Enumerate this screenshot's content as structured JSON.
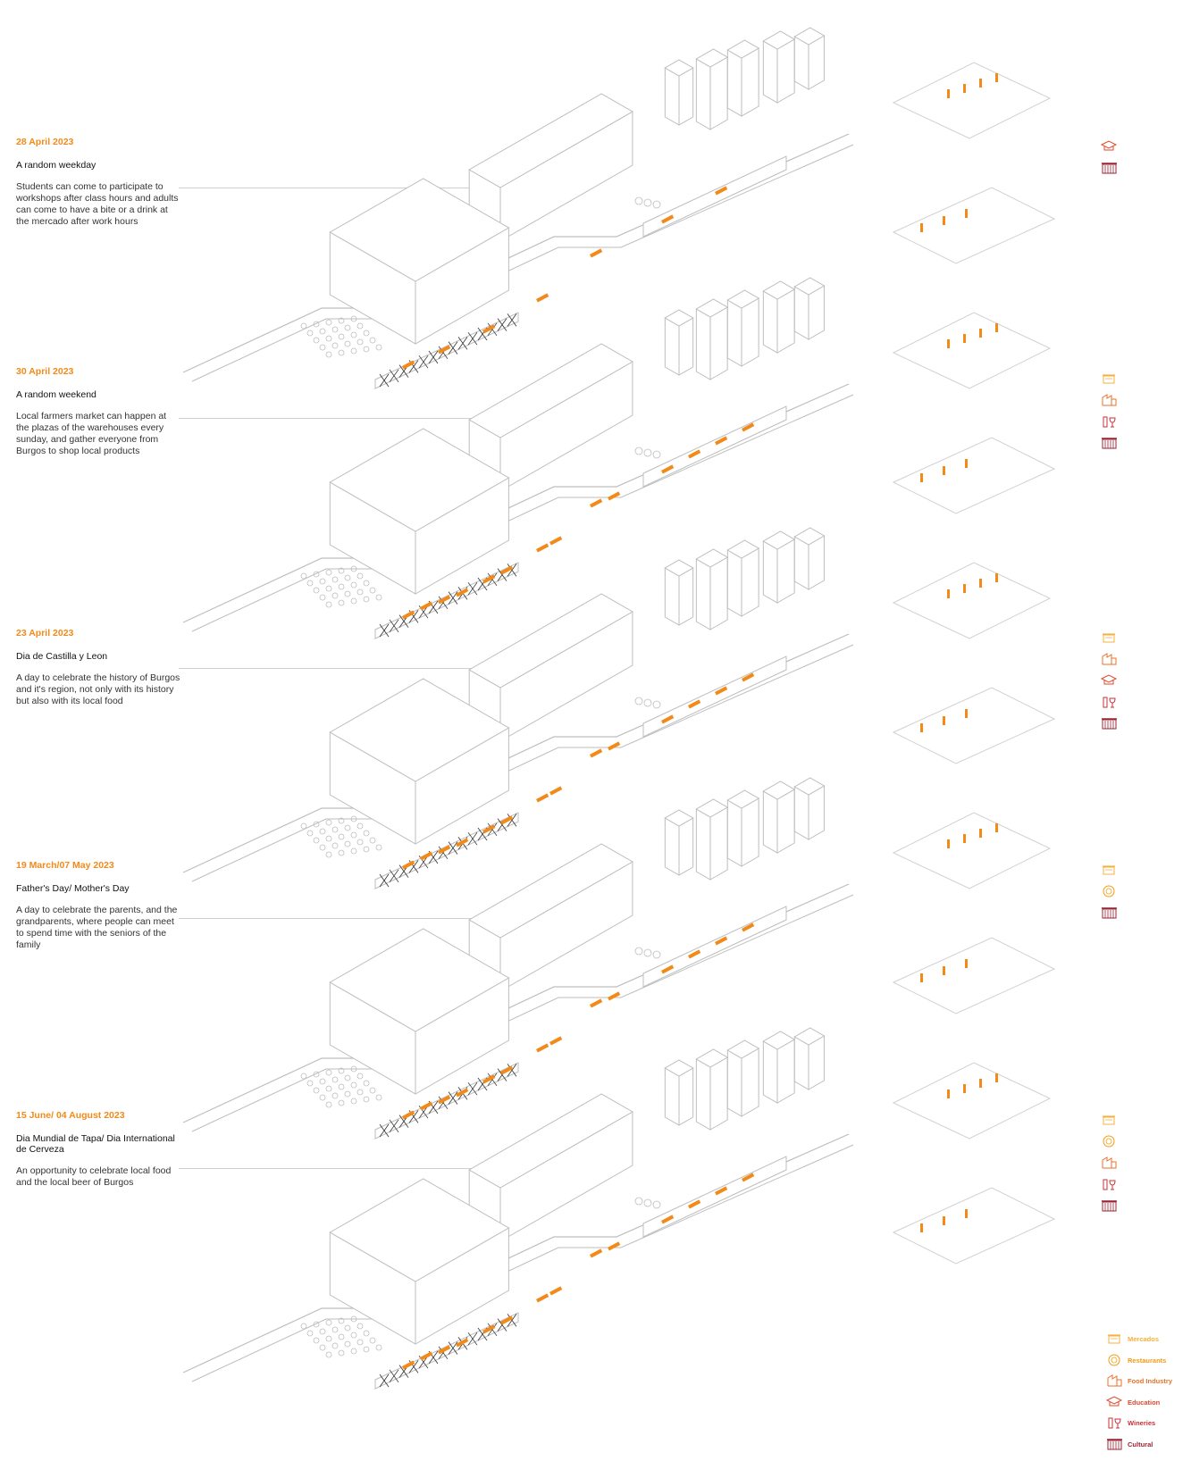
{
  "scenarios": [
    {
      "date": "28 April 2023",
      "title": "A random weekday",
      "description": "Students can come to participate to workshops after class hours and adults can come to have a bite or a drink at the mercado after work hours",
      "icons": [
        "education",
        "cultural"
      ]
    },
    {
      "date": "30 April 2023",
      "title": "A random weekend",
      "description": "Local farmers market can happen at the plazas of the warehouses every sunday, and gather everyone from Burgos to shop local products",
      "icons": [
        "mercados",
        "food-industry",
        "wineries",
        "cultural"
      ]
    },
    {
      "date": "23 April 2023",
      "title": "Dia de Castilla y Leon",
      "description": "A day to celebrate the history of Burgos and it's region, not only with its history but also with its local food",
      "icons": [
        "mercados",
        "food-industry",
        "education",
        "wineries",
        "cultural"
      ]
    },
    {
      "date": "19 March/07 May 2023",
      "title": "Father's Day/ Mother's Day",
      "description": "A day  to celebrate the parents, and the grandparents, where people can meet to spend time with the seniors of the family",
      "icons": [
        "mercados",
        "restaurants",
        "cultural"
      ]
    },
    {
      "date": "15 June/ 04 August 2023",
      "title": "Dia Mundial de Tapa/ Dia International de Cerveza",
      "description": "An opportunity to celebrate local food and the local beer of Burgos",
      "icons": [
        "mercados",
        "restaurants",
        "food-industry",
        "wineries",
        "cultural"
      ]
    }
  ],
  "legend": [
    {
      "label": "Mercados",
      "icon": "mercados",
      "color": "#f5b041"
    },
    {
      "label": "Restaurants",
      "icon": "restaurants",
      "color": "#f39c12"
    },
    {
      "label": "Food Industry",
      "icon": "food-industry",
      "color": "#e8712a"
    },
    {
      "label": "Education",
      "icon": "education",
      "color": "#e0482a"
    },
    {
      "label": "Wineries",
      "icon": "wineries",
      "color": "#c7303a"
    },
    {
      "label": "Cultural",
      "icon": "cultural",
      "color": "#9b2335"
    }
  ],
  "colors": {
    "accent": "#f28a1a",
    "line": "#bdbdbd",
    "leader": "#cfcfcf"
  }
}
